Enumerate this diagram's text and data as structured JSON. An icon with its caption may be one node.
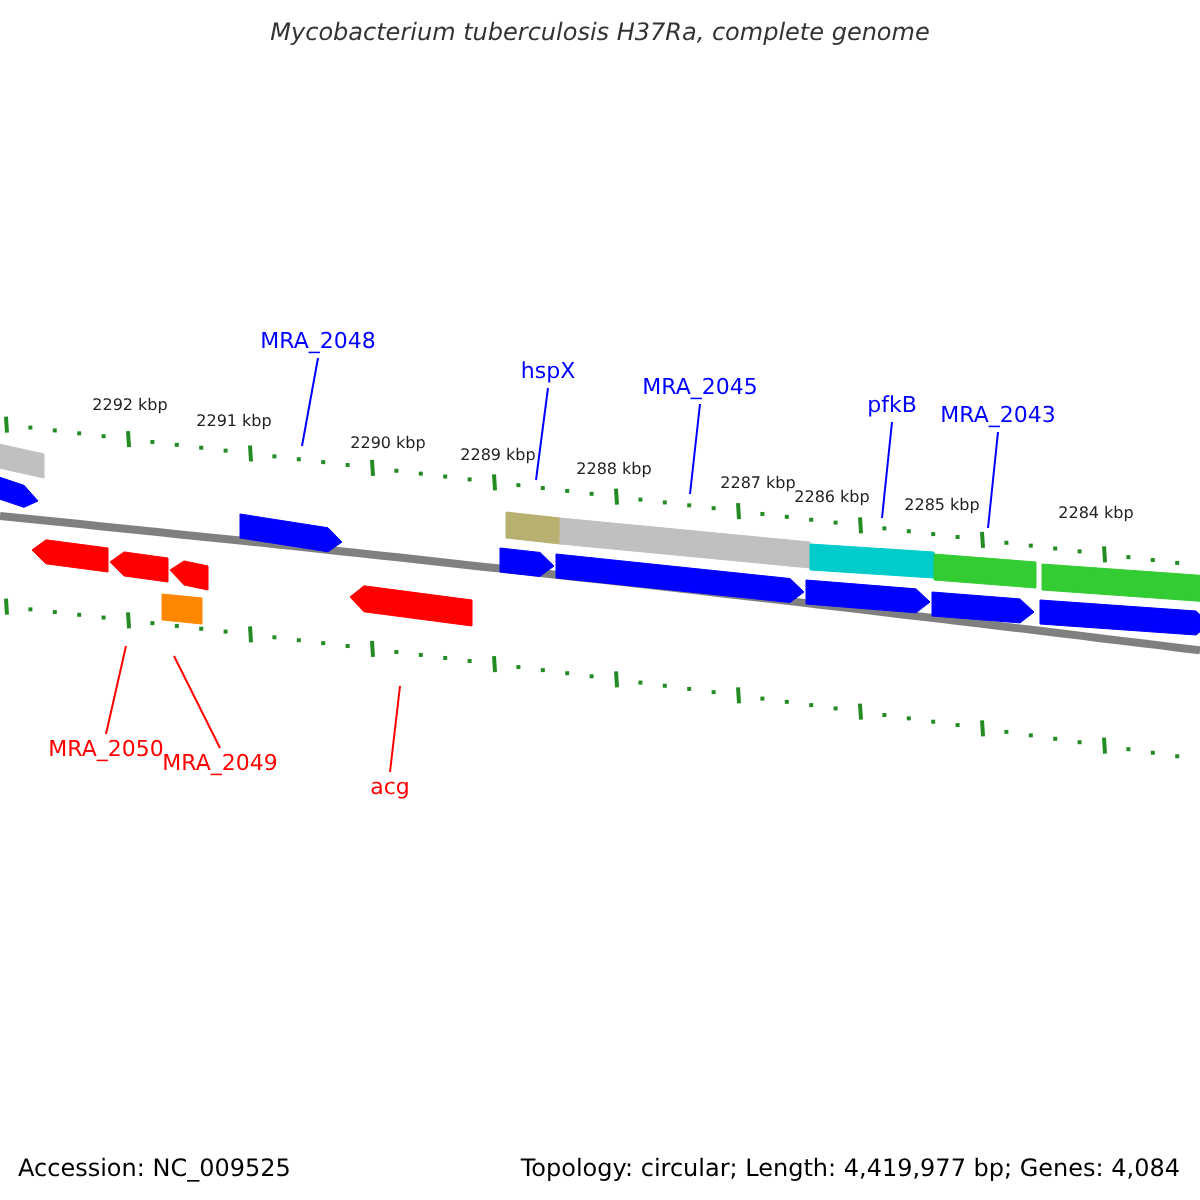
{
  "diagram": {
    "title": "Mycobacterium tuberculosis H37Ra, complete genome",
    "nodes": [
      {
        "text": [
          "MRA_2048"
        ]
      },
      {
        "text": [
          "hspX"
        ]
      },
      {
        "text": [
          "MRA_2045"
        ]
      },
      {
        "text": [
          "pfkB"
        ]
      },
      {
        "text": [
          "MRA_2043"
        ]
      },
      {
        "text": [
          "MRA_2050"
        ]
      },
      {
        "text": [
          "MRA_2049"
        ]
      },
      {
        "text": [
          "acg"
        ]
      }
    ],
    "edges": [
      {
        "from": 0,
        "to": null,
        "arrow": "none"
      },
      {
        "from": 1,
        "to": null,
        "arrow": "none"
      },
      {
        "from": 2,
        "to": null,
        "arrow": "none"
      },
      {
        "from": 3,
        "to": null,
        "arrow": "none"
      },
      {
        "from": 4,
        "to": null,
        "arrow": "none"
      },
      {
        "from": 5,
        "to": null,
        "arrow": "none",
        "color": "#ff0000"
      },
      {
        "from": 6,
        "to": null,
        "arrow": "none",
        "color": "#ff0000"
      },
      {
        "from": 7,
        "to": null,
        "arrow": "none",
        "color": "#ff0000"
      }
    ],
    "labels": [
      "2292 kbp",
      "2291 kbp",
      "2290 kbp",
      "2289 kbp",
      "2288 kbp",
      "2287 kbp",
      "2286 kbp",
      "2285 kbp",
      "2284 kbp",
      "Accession: NC_009525",
      "Topology: circular; Length: 4,419,977 bp; Genes: 4,084"
    ]
  }
}
